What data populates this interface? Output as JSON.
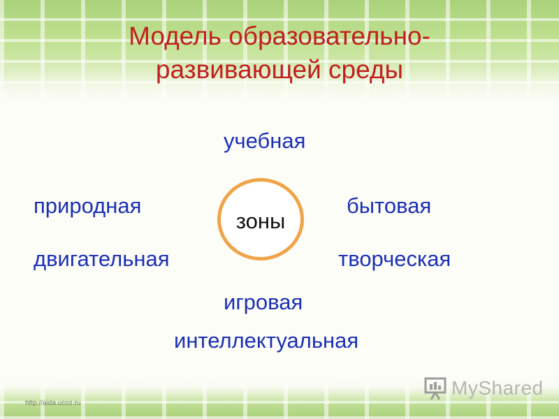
{
  "slide": {
    "title_line1": "Модель образовательно-",
    "title_line2": "развивающей среды",
    "center": "зоны",
    "zones": {
      "top": "учебная",
      "left_upper": "природная",
      "right_upper": "бытовая",
      "left_lower": "двигательная",
      "right_lower": "творческая",
      "bottom": "игровая",
      "bottom_extra": "интеллектуальная"
    },
    "footer_url": "http://aida.ucoz.ru",
    "watermark": "MyShared"
  },
  "colors": {
    "title": "#c0201f",
    "zones": "#1b2fb4",
    "circle_border": "#f0a44a",
    "background_band": "#a9d17a"
  },
  "icons": {
    "watermark": "presentation-board-icon"
  }
}
